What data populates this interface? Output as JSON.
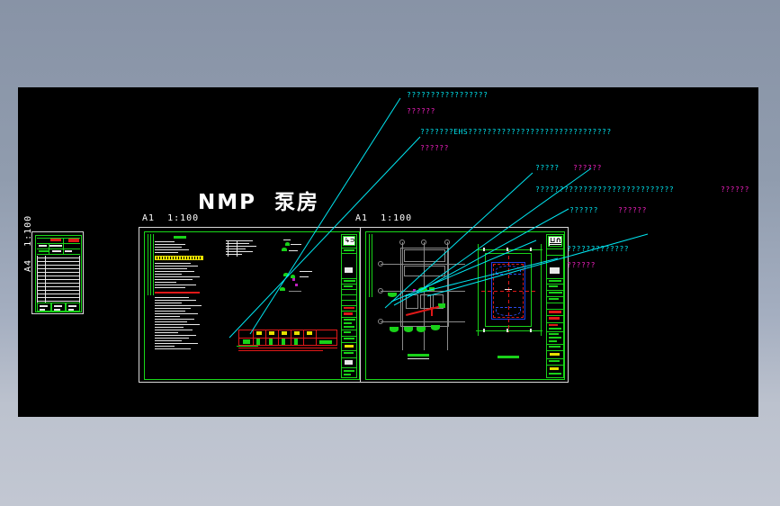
{
  "viewer": {
    "background_top_color": "#8893a6",
    "background_bottom_color": "#c2c7d2",
    "canvas_color": "#000000"
  },
  "drawing": {
    "title": "NMP  泵房",
    "sheets": [
      {
        "id": "schedule",
        "label": "A4  1:100",
        "orientation": "vertical",
        "name": "equipment-schedule-sheet"
      },
      {
        "id": "notes",
        "label": "A1  1:100",
        "orientation": "horizontal",
        "name": "design-notes-sheet"
      },
      {
        "id": "plans",
        "label": "A1  1:100",
        "orientation": "horizontal",
        "name": "floor-plan-sheet"
      }
    ]
  },
  "annotations": {
    "colors": {
      "leader": "#00e5f0",
      "primary_text": "#00e5f0",
      "secondary_text": "#f020c0"
    },
    "items": [
      {
        "id": "a1",
        "line1": "?????????????????",
        "line2": "??????"
      },
      {
        "id": "a2",
        "line1": "???????EHS??????????????????????????????",
        "line2": "??????"
      },
      {
        "id": "a3",
        "line1": "?????",
        "line2": "??????"
      },
      {
        "id": "a4",
        "line1": "?????????????????????????????",
        "line2": "??????"
      },
      {
        "id": "a5",
        "line1": "??????",
        "line2": "??????"
      },
      {
        "id": "a6",
        "line1": "?????????????",
        "line2": "??????"
      }
    ]
  }
}
